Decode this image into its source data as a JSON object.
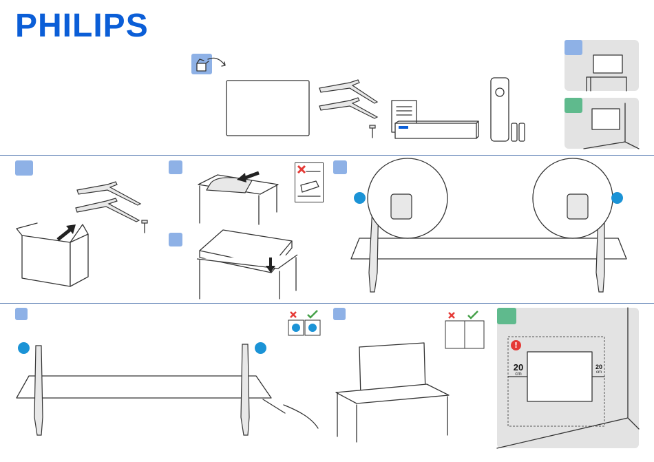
{
  "brand": {
    "name": "PHILIPS",
    "color": "#0b5ed7"
  },
  "colors": {
    "step_blue": "#8eb1e6",
    "step_green": "#5fba8d",
    "dot_blue": "#1b93d6",
    "divider": "#5b7fb4",
    "panel": "#e3e3e3",
    "cross": "#e53935",
    "check": "#43a047"
  },
  "wall_mount": {
    "left_distance": "20",
    "left_unit": "cm",
    "right_distance": "20",
    "right_unit": "cm",
    "warning_icon": "exclamation-icon"
  },
  "icons": [
    "open-box-icon",
    "cross-icon",
    "check-icon",
    "exclamation-icon"
  ]
}
